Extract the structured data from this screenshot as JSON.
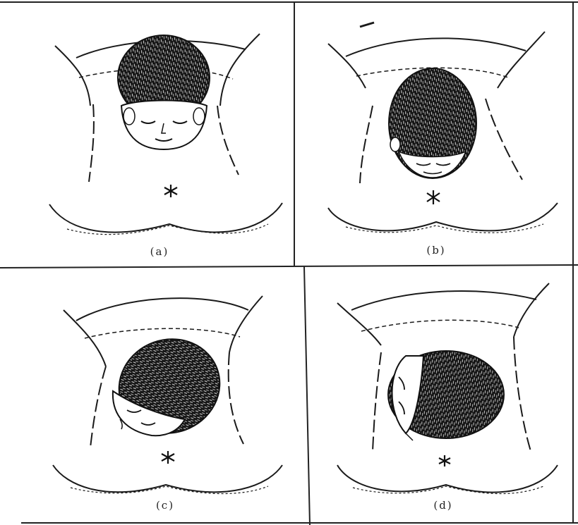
{
  "figure": {
    "panels": [
      {
        "id": "a",
        "caption": "(a)"
      },
      {
        "id": "b",
        "caption": "(b)"
      },
      {
        "id": "c",
        "caption": "(c)"
      },
      {
        "id": "d",
        "caption": "(d)"
      }
    ]
  },
  "colors": {
    "ink": "#1a1a1a",
    "hair": "#141414",
    "paper": "#ffffff"
  }
}
